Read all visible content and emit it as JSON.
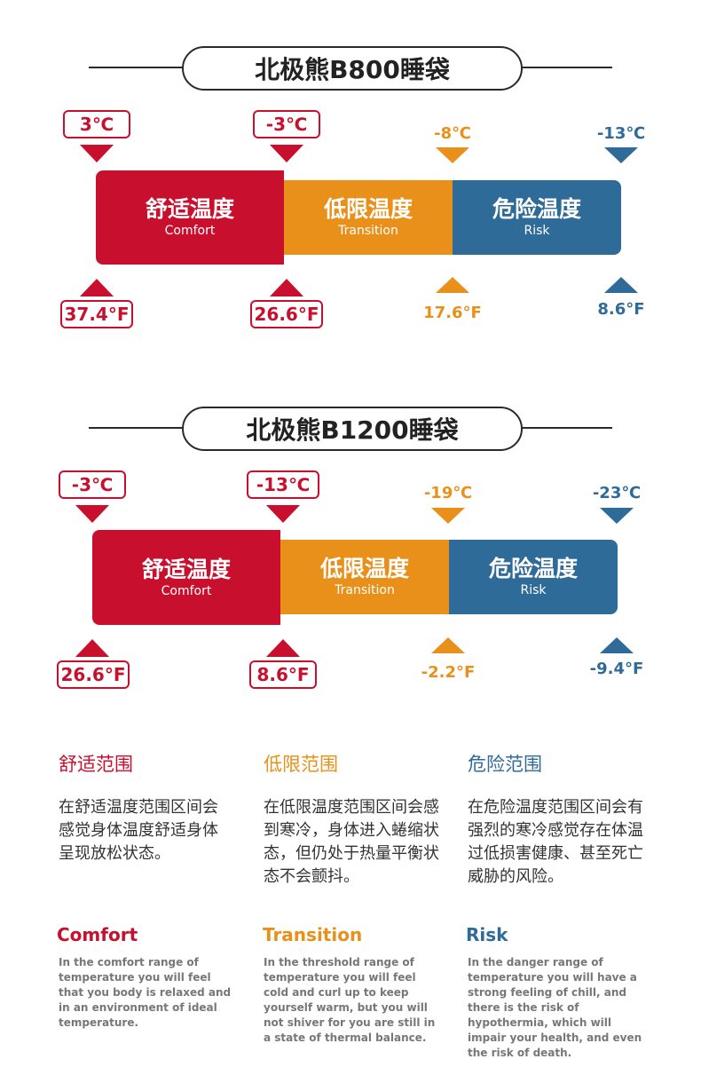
{
  "products": [
    {
      "title": "北极熊B800睡袋",
      "comfort_c": "3℃",
      "transition_c": "-3℃",
      "risk_c": "-8℃",
      "end_c": "-13℃",
      "comfort_f": "37.4°F",
      "transition_f": "26.6°F",
      "risk_f": "17.6°F",
      "end_f": "8.6°F"
    },
    {
      "title": "北极熊B1200睡袋",
      "comfort_c": "-3℃",
      "transition_c": "-13℃",
      "risk_c": "-19℃",
      "end_c": "-23℃",
      "comfort_f": "26.6°F",
      "transition_f": "8.6°F",
      "risk_f": "-2.2°F",
      "end_f": "-9.4°F"
    }
  ],
  "bar_labels": {
    "comfort_zh": "舒适温度",
    "comfort_en": "Comfort",
    "transition_zh": "低限温度",
    "transition_en": "Transition",
    "risk_zh": "危险温度",
    "risk_en": "Risk"
  },
  "descriptions": [
    {
      "zh_title": "舒适范围",
      "zh_body": "在舒适温度范围区间会感觉身体温度舒适身体呈现放松状态。",
      "en_title": "Comfort",
      "en_body": "In the comfort range of temperature you will feel that you body is relaxed and in an environment of ideal temperature."
    },
    {
      "zh_title": "低限范围",
      "zh_body": "在低限温度范围区间会感到寒冷，身体进入蜷缩状态，但仍处于热量平衡状态不会颤抖。",
      "en_title": "Transition",
      "en_body": "In the threshold range of temperature you will feel cold and curl up to keep yourself warm, but you will not shiver for you are still in a state of thermal balance."
    },
    {
      "zh_title": "危险范围",
      "zh_body": "在危险温度范围区间会有强烈的寒冷感觉存在体温过低损害健康、甚至死亡威胁的风险。",
      "en_title": "Risk",
      "en_body": "In the danger range of temperature you will have a strong feeling of chill, and there is the risk of hypothermia, which will impair your health, and even the risk of death."
    }
  ],
  "colors": {
    "comfort": "#c8102e",
    "transition": "#e8901a",
    "risk": "#2f6b98"
  }
}
